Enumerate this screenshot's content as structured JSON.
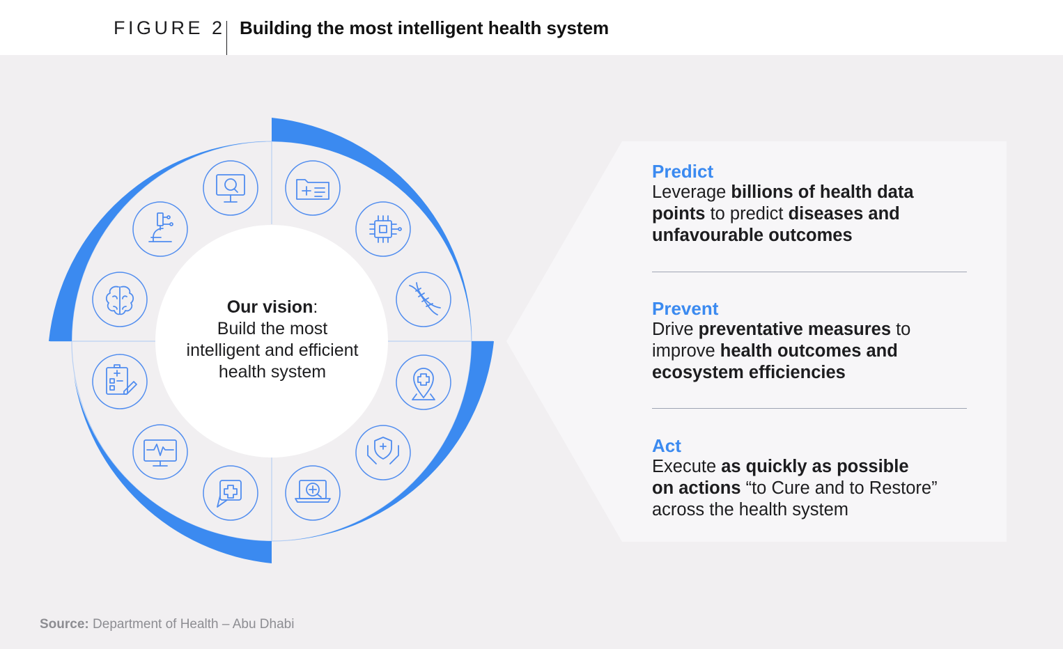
{
  "header": {
    "figure_label": "FIGURE 2",
    "title": "Building the most intelligent health system"
  },
  "vision": {
    "lead": "Our vision",
    "colon": ":",
    "line1": "Build the most",
    "line2": "intelligent and efficient",
    "line3": "health system"
  },
  "icons": [
    "monitor-search-icon",
    "medical-folder-icon",
    "ai-chip-icon",
    "dna-icon",
    "location-pin-medical-icon",
    "hands-shield-icon",
    "laptop-medical-icon",
    "chat-medical-icon",
    "monitor-heartbeat-icon",
    "medical-clipboard-icon",
    "brain-icon",
    "microscope-icon"
  ],
  "panel": {
    "items": [
      {
        "heading": "Predict",
        "s1": "Leverage ",
        "b1": "billions of health data",
        "b2": "points",
        "s2": " to predict ",
        "b3": "diseases and",
        "b4": "unfavourable outcomes"
      },
      {
        "heading": "Prevent",
        "s1": "Drive ",
        "b1": "preventative measures",
        "s2": " to",
        "s3": "improve ",
        "b2": "health outcomes and",
        "b3": "ecosystem efficiencies"
      },
      {
        "heading": "Act",
        "s1": "Execute ",
        "b1": "as quickly as possible",
        "b2": "on actions",
        "s2": " “to Cure and to Restore”",
        "s3": "across the health system"
      }
    ]
  },
  "source": {
    "label": "Source:",
    "text": " Department of Health – Abu Dhabi"
  },
  "colors": {
    "accent": "#3b8af0",
    "icon_stroke": "#4f8cef",
    "background": "#f1eff1",
    "panel": "#f7f6f8",
    "ring_line": "#b9d0f3"
  }
}
